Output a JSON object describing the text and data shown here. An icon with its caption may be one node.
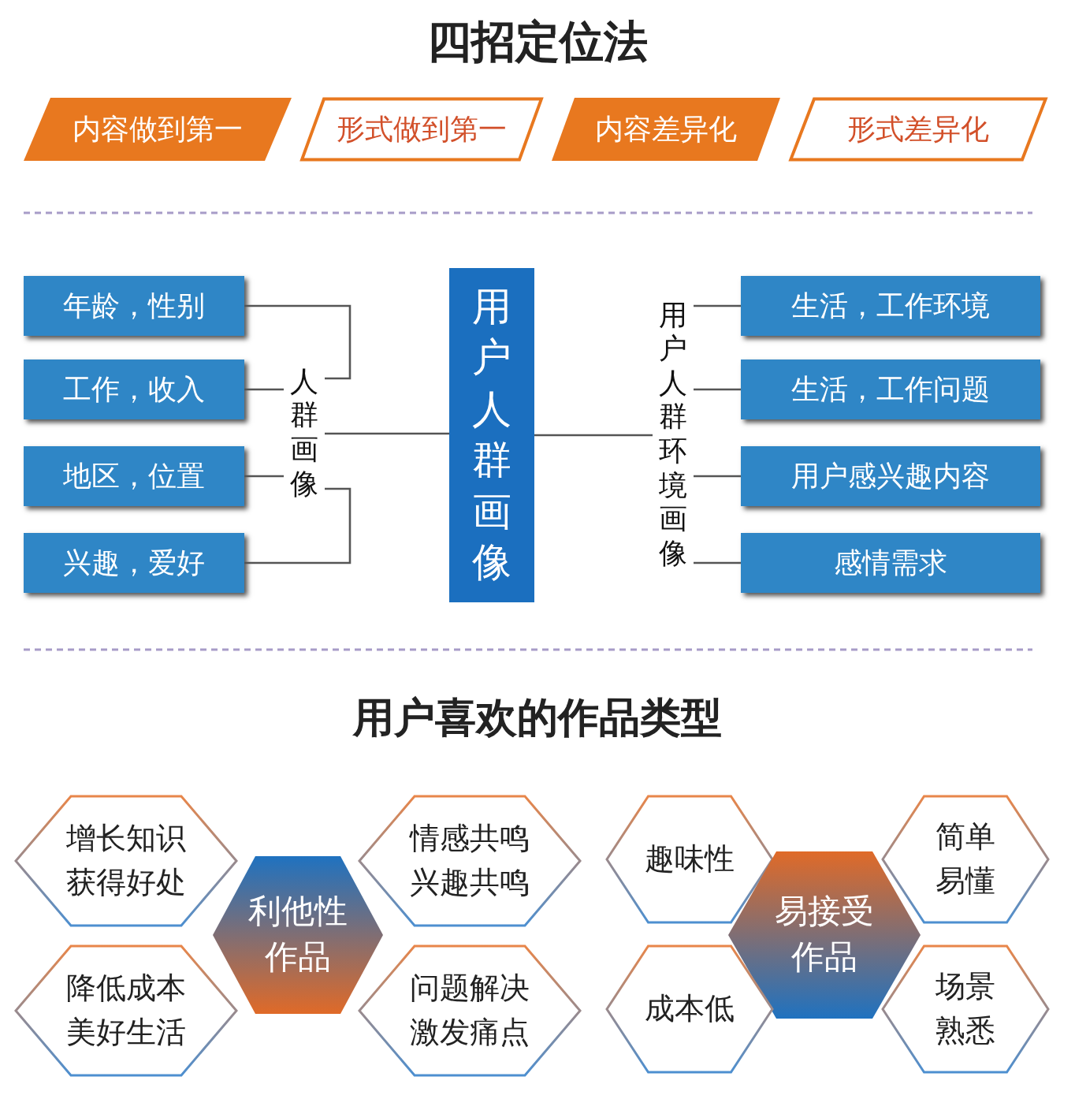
{
  "diagram": {
    "title": "四招定位法",
    "nodes": [
      {
        "text": [
          "内容做到第一"
        ]
      },
      {
        "text": [
          "形式做到第一"
        ]
      },
      {
        "text": [
          "内容差异化"
        ]
      },
      {
        "text": [
          "形式差异化"
        ]
      },
      {
        "text": [
          "年龄，性别"
        ]
      },
      {
        "text": [
          "工作，收入"
        ]
      },
      {
        "text": [
          "地区，位置"
        ]
      },
      {
        "text": [
          "兴趣，爱好"
        ]
      },
      {
        "text": [
          "人群画像"
        ]
      },
      {
        "text": [
          "用户人群画像"
        ]
      },
      {
        "text": [
          "用户人群环境画像"
        ]
      },
      {
        "text": [
          "生活，工作环境"
        ]
      },
      {
        "text": [
          "生活，工作问题"
        ]
      },
      {
        "text": [
          "用户感兴趣内容"
        ]
      },
      {
        "text": [
          "感情需求"
        ]
      },
      {
        "text": [
          "增长知识获得好处"
        ]
      },
      {
        "text": [
          "利他性作品"
        ]
      },
      {
        "text": [
          "情感共鸣兴趣共鸣"
        ]
      },
      {
        "text": [
          "降低成本美好生活"
        ]
      },
      {
        "text": [
          "问题解决激发痛点"
        ]
      },
      {
        "text": [
          "趣味性"
        ]
      },
      {
        "text": [
          "易接受作品"
        ]
      },
      {
        "text": [
          "简单易懂"
        ]
      },
      {
        "text": [
          "成本低"
        ]
      },
      {
        "text": [
          "场景熟悉"
        ]
      }
    ],
    "edges": [
      {
        "from": 4,
        "to": 8,
        "arrow": "none"
      },
      {
        "from": 5,
        "to": 8,
        "arrow": "none"
      },
      {
        "from": 6,
        "to": 8,
        "arrow": "none"
      },
      {
        "from": 7,
        "to": 8,
        "arrow": "none"
      },
      {
        "from": 8,
        "to": 9,
        "arrow": "none"
      },
      {
        "from": 9,
        "to": 10,
        "arrow": "none"
      },
      {
        "from": 10,
        "to": 11,
        "arrow": "none"
      },
      {
        "from": 10,
        "to": 12,
        "arrow": "none"
      },
      {
        "from": 10,
        "to": 13,
        "arrow": "none"
      },
      {
        "from": 10,
        "to": 14,
        "arrow": "none"
      }
    ],
    "labels": [
      "用户喜欢的作品类型"
    ]
  }
}
